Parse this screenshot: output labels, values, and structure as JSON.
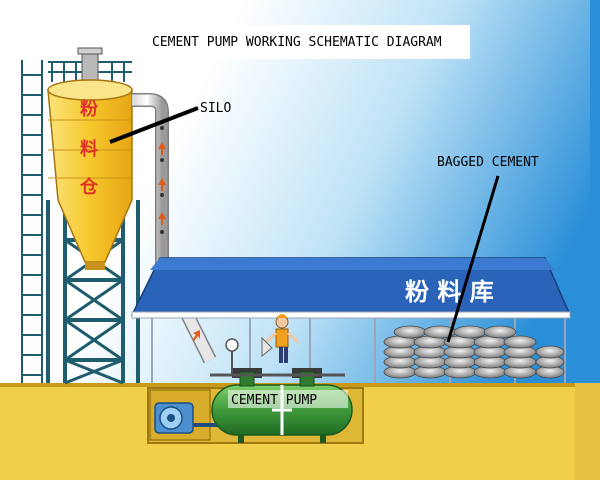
{
  "title": "CEMENT PUMP WORKING SCHEMATIC DIAGRAM",
  "labels": {
    "silo": "SILO",
    "bagged_cement": "BAGGED CEMENT",
    "cement_pump": "CEMENT PUMP"
  },
  "silo_text": [
    "粉",
    "料",
    "仓"
  ],
  "warehouse_sign": "粉 料 库",
  "colors": {
    "sky_top": "#2a8fd8",
    "ground": "#f2cf4a",
    "silo_body": "#f7d23e",
    "steel_frame": "#1f5d6e",
    "roof": "#2b63b8",
    "tank": "#3f9a3c",
    "arrow": "#e35b1a"
  }
}
